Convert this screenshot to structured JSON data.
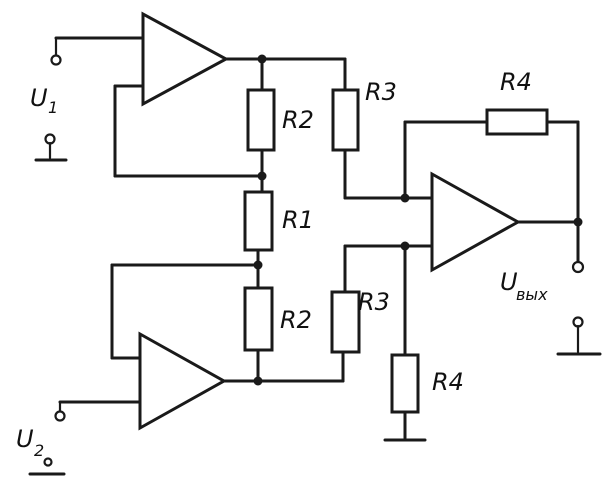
{
  "labels": {
    "u1": "U",
    "u1_sub": "1",
    "u2": "U",
    "u2_sub": "2",
    "uout": "U",
    "uout_sub": "вых",
    "r1": "R1",
    "r2_top": "R2",
    "r2_bottom": "R2",
    "r3_top": "R3",
    "r3_bottom": "R3",
    "r4_top": "R4",
    "r4_bottom": "R4"
  }
}
